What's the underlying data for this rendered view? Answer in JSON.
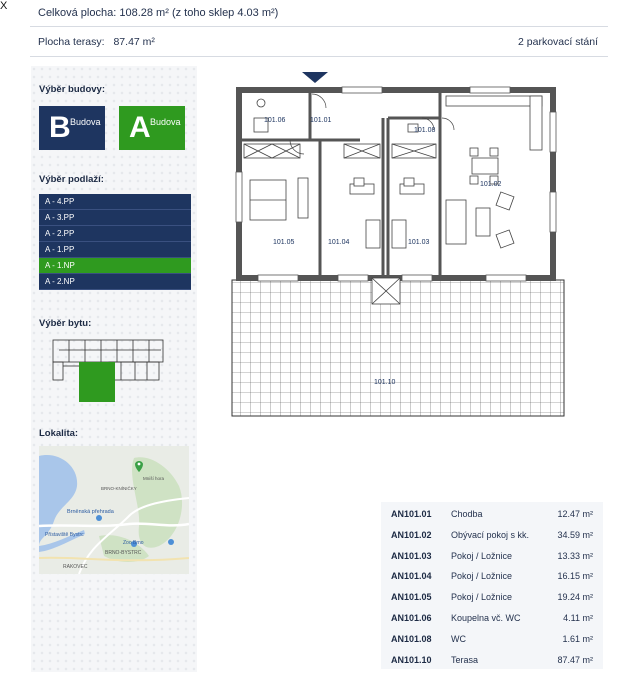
{
  "header": {
    "total_area_label": "Celková plocha:",
    "total_area_value": "108.28 m²",
    "total_area_note": "(z toho sklep 4.03 m²)",
    "terrace_label": "Plocha terasy:",
    "terrace_value": "87.47 m²",
    "parking": "2 parkovací stání",
    "corner_mark": "X"
  },
  "sidebar": {
    "building_title": "Výběr budovy:",
    "buildings": [
      {
        "letter": "B",
        "label": "Budova",
        "color": "#1e3560"
      },
      {
        "letter": "A",
        "label": "Budova",
        "color": "#2f9a1f"
      }
    ],
    "floor_title": "Výběr podlaží:",
    "floors": [
      "A - 4.PP",
      "A - 3.PP",
      "A - 2.PP",
      "A - 1.PP",
      "A - 1.NP",
      "A - 2.NP"
    ],
    "active_floor": "A - 1.NP",
    "unit_title": "Výběr bytu:",
    "location_title": "Lokalita:",
    "map_labels": {
      "labyrint": "Brněnská přehrada",
      "privoz": "Přístaviště Bystrc",
      "zoo": "Zoo Brno",
      "bystrc": "BRNO-BYSTRC",
      "kninicky": "BRNO-KNÍNIČKY",
      "rakovec": "RAKOVEC",
      "vinohrady": "Mniší hora"
    }
  },
  "plan": {
    "room_labels": [
      "101.06",
      "101.01",
      "101.08",
      "101.02",
      "101.05",
      "101.04",
      "101.03",
      "101.10"
    ]
  },
  "rooms": [
    {
      "code": "AN101.01",
      "name": "Chodba",
      "area": "12.47 m²"
    },
    {
      "code": "AN101.02",
      "name": "Obývací pokoj s kk.",
      "area": "34.59 m²"
    },
    {
      "code": "AN101.03",
      "name": "Pokoj / Ložnice",
      "area": "13.33 m²"
    },
    {
      "code": "AN101.04",
      "name": "Pokoj / Ložnice",
      "area": "16.15 m²"
    },
    {
      "code": "AN101.05",
      "name": "Pokoj / Ložnice",
      "area": "19.24 m²"
    },
    {
      "code": "AN101.06",
      "name": "Koupelna vč. WC",
      "area": "4.11 m²"
    },
    {
      "code": "AN101.08",
      "name": "WC",
      "area": "1.61 m²"
    },
    {
      "code": "AN101.10",
      "name": "Terasa",
      "area": "87.47 m²"
    }
  ],
  "colors": {
    "navy": "#1e3560",
    "green": "#2f9a1f",
    "water": "#a9c6ea"
  }
}
